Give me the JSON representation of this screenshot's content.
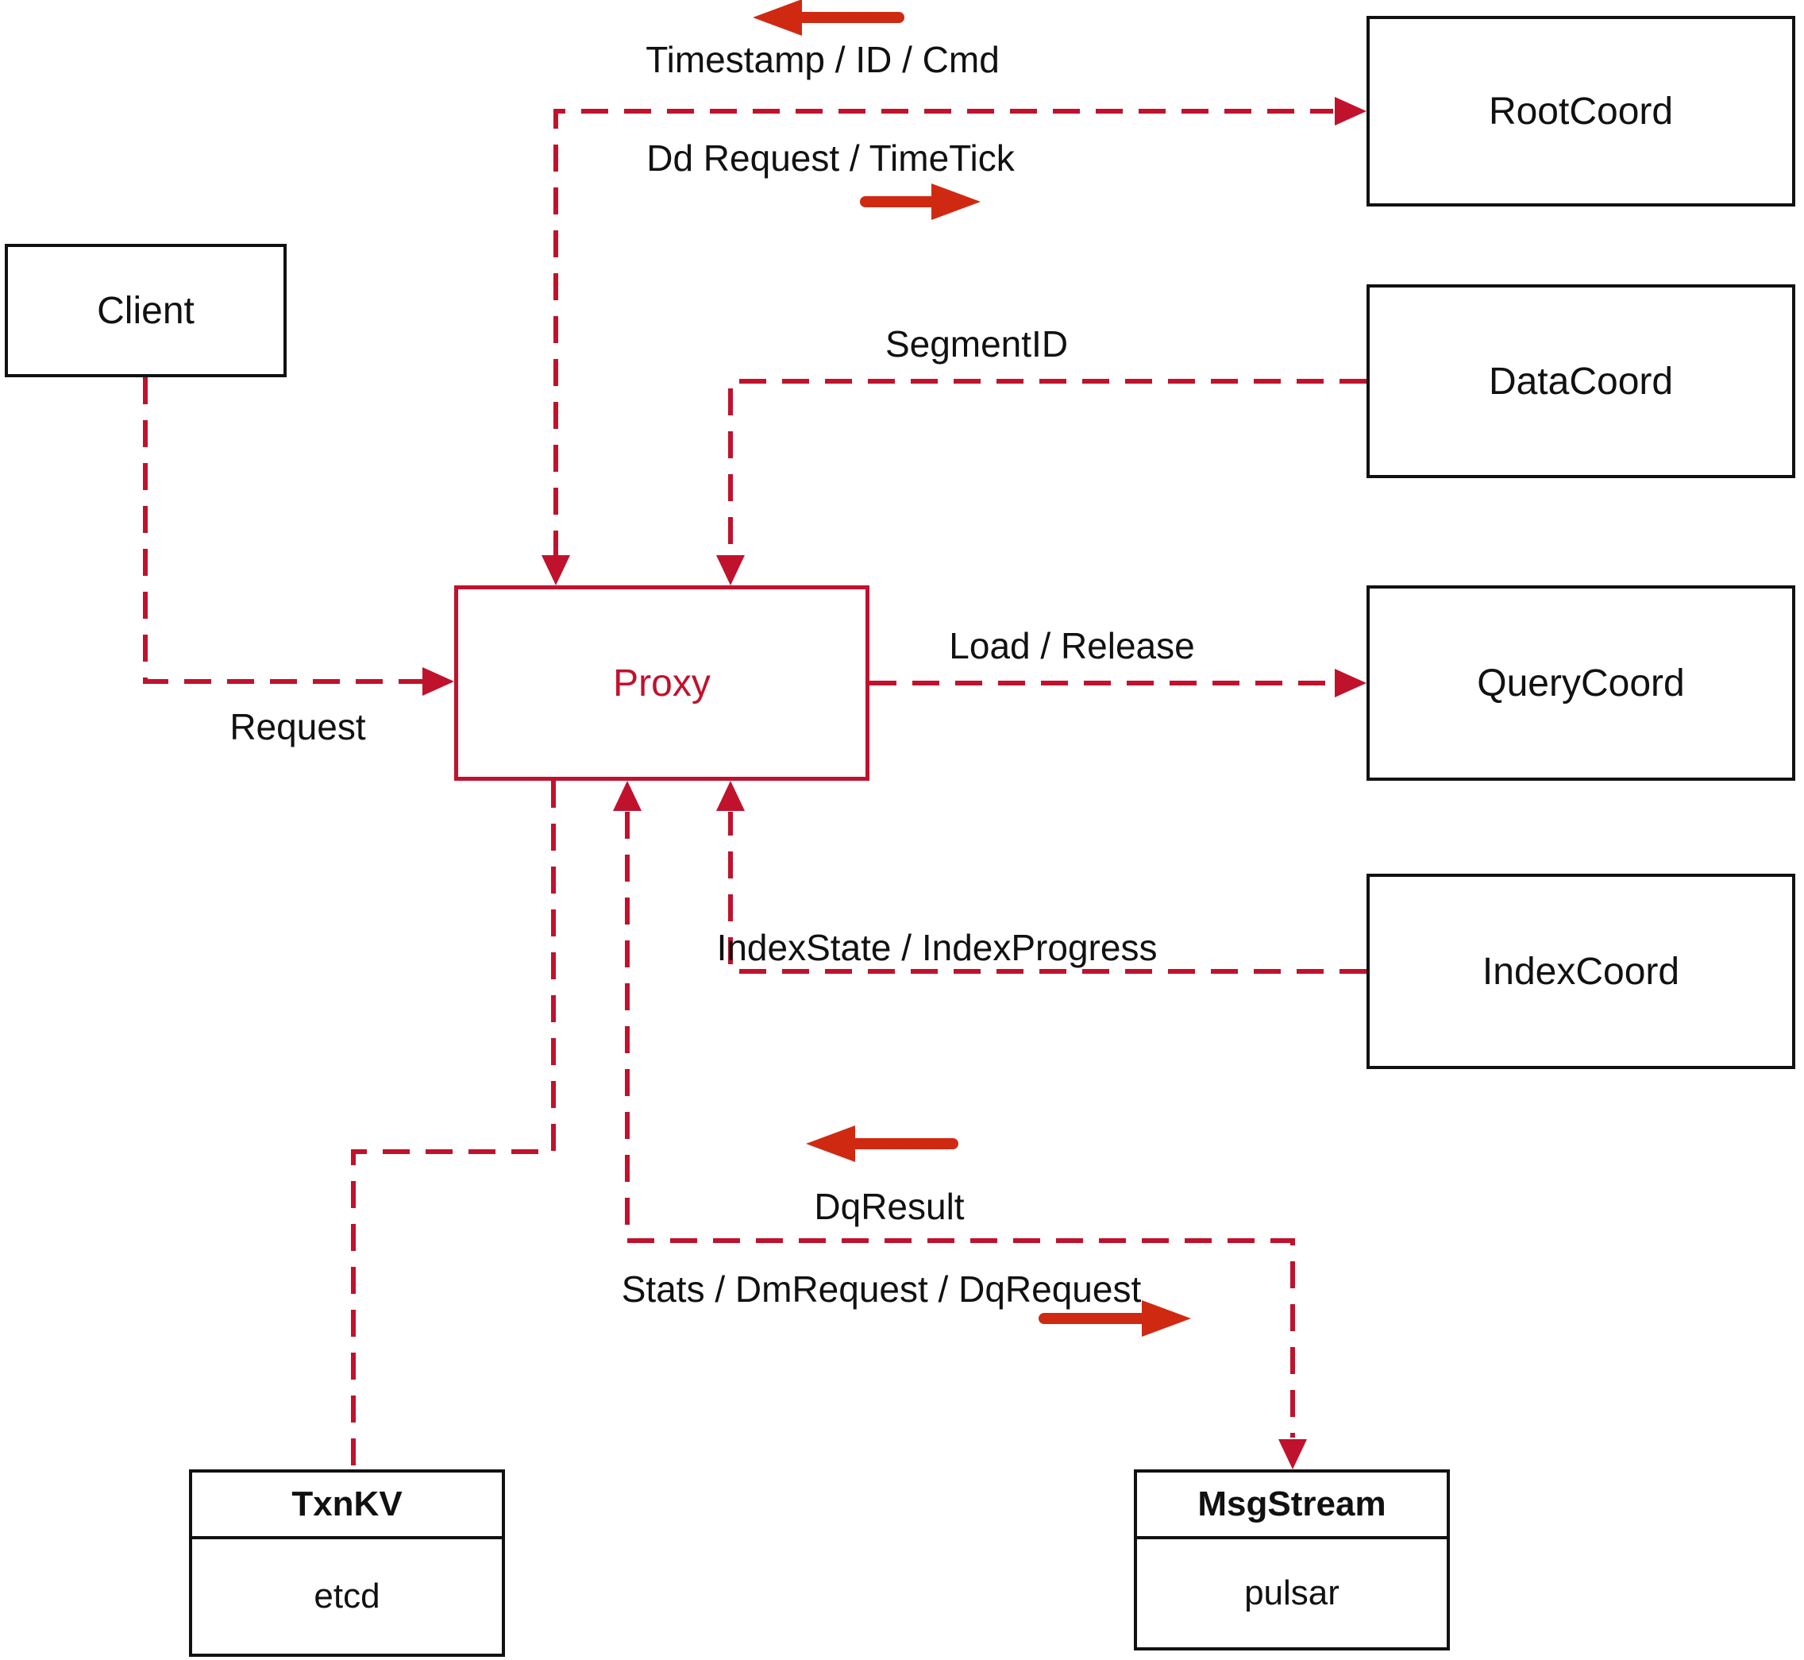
{
  "title": "Milvus proxy interaction diagram",
  "colors": {
    "crimson": "#c0122d",
    "arrow_red": "#d02912",
    "ink": "#111111",
    "bg": "#ffffff"
  },
  "nodes": {
    "client": {
      "label": "Client"
    },
    "proxy": {
      "label": "Proxy"
    },
    "root_coord": {
      "label": "RootCoord"
    },
    "data_coord": {
      "label": "DataCoord"
    },
    "query_coord": {
      "label": "QueryCoord"
    },
    "index_coord": {
      "label": "IndexCoord"
    },
    "txn_kv": {
      "title": "TxnKV",
      "subtitle": "etcd"
    },
    "msg_stream": {
      "title": "MsgStream",
      "subtitle": "pulsar"
    }
  },
  "edge_labels": {
    "request": "Request",
    "timestamp_id_cmd": "Timestamp / ID / Cmd",
    "dd_request_timetick": "Dd Request / TimeTick",
    "segment_id": "SegmentID",
    "load_release": "Load / Release",
    "index_state_progress": "IndexState / IndexProgress",
    "dq_result": "DqResult",
    "stats_dm_dq": "Stats / DmRequest / DqRequest"
  }
}
